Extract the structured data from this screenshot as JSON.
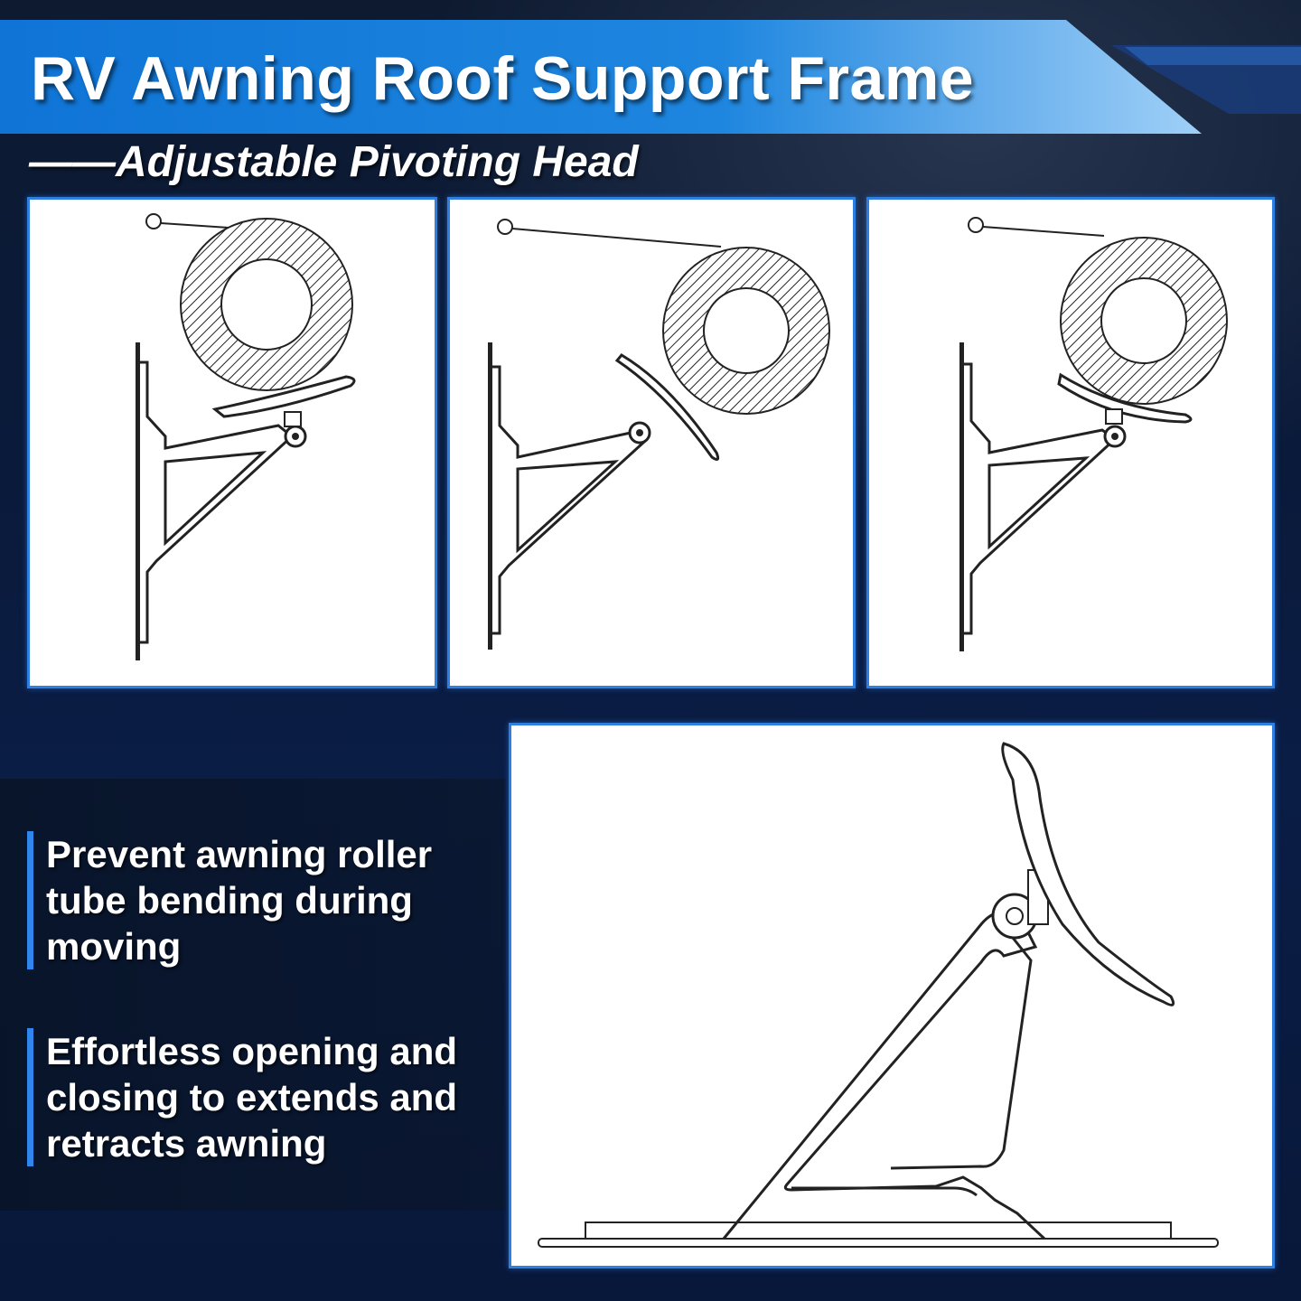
{
  "header": {
    "title": "RV Awning Roof Support Frame",
    "subtitle": "——Adjustable Pivoting Head"
  },
  "features": [
    {
      "text": "Prevent awning roller tube bending during moving"
    },
    {
      "text": "Effortless opening and closing to extends and retracts awning"
    }
  ],
  "colors": {
    "banner_blue": "#1a7fd8",
    "accent_blue": "#2f86ec",
    "panel_border": "#2f7fe0",
    "background_navy": "#0a1a3a"
  }
}
